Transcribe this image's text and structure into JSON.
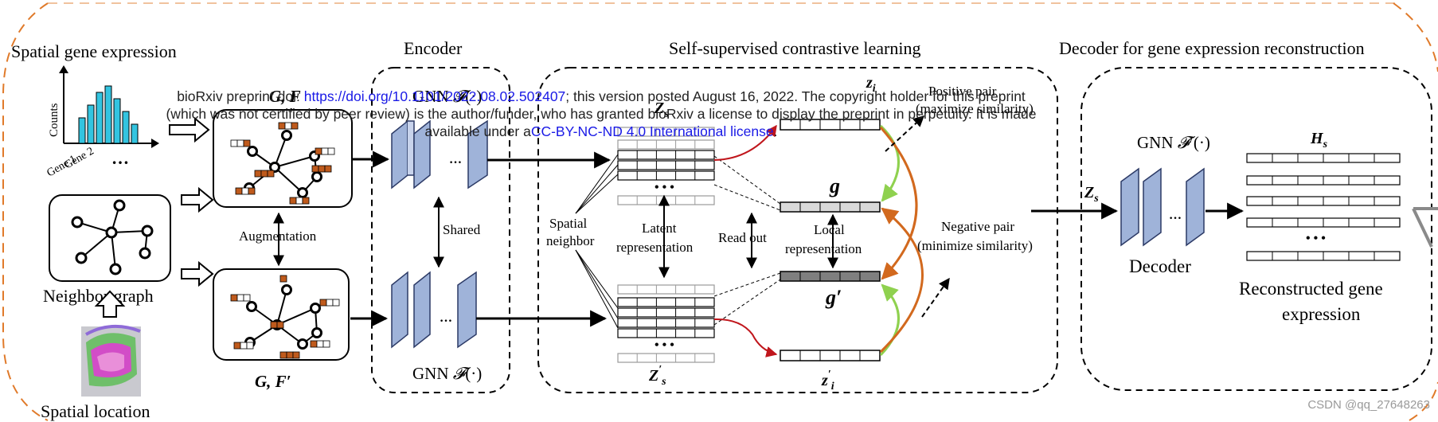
{
  "sections": {
    "spatial_gene_expression": "Spatial gene expression",
    "encoder": "Encoder",
    "contrastive": "Self-supervised contrastive learning",
    "decoder_section": "Decoder for gene expression reconstruction"
  },
  "histogram": {
    "ylabel": "Counts",
    "gene1": "Gene 1",
    "gene2": "Gene 2",
    "dots": "…"
  },
  "graph_labels": {
    "neighbor_graph": "Neighbor graph",
    "spatial_location": "Spatial location",
    "augmentation": "Augmentation"
  },
  "math": {
    "G": "G",
    "F": "F",
    "F_prime": "F′",
    "calF": "𝓕",
    "dot": "(·)",
    "Z": "Z",
    "s": "s",
    "g": "g",
    "g_prime": "g′",
    "z": "z",
    "i": "i",
    "H": "H"
  },
  "gnn": {
    "top": "GNN",
    "bottom": "GNN",
    "shared": "Shared",
    "decoder_gnn": "GNN",
    "decoder_label": "Decoder"
  },
  "contrast": {
    "spatial_neighbor_1": "Spatial",
    "spatial_neighbor_2": "neighbor",
    "latent_1": "Latent",
    "latent_2": "representation",
    "readout": "Read out",
    "local_1": "Local",
    "local_2": "representation",
    "positive_1": "Positive pair",
    "positive_2": "(maximize similarity)",
    "negative_1": "Negative pair",
    "negative_2": "(minimize similarity)"
  },
  "reconstructed": {
    "line1": "Reconstructed gene",
    "line2": "expression"
  },
  "watermark": {
    "l1a": "bioRxiv preprint doi: ",
    "l1_link": "https://doi.org/10.1101/2022.08.02.502407",
    "l1b": "; this version posted August 16, 2022. The copyright holder for this preprint",
    "l2": "(which was not certified by peer review) is the author/funder, who has granted bioRxiv a license to display the preprint in perpetuity. It is made",
    "l3a": "available under a",
    "l3_link": "CC-BY-NC-ND 4.0 International license",
    "l3b": "."
  },
  "credit": "CSDN @qq_27648263",
  "colors": {
    "node_fill": "#bf5a1c",
    "bar_fill": "#33c4e0",
    "gnn_fill": "#9fb3d9",
    "gnn_stroke": "#2c3a66",
    "frame_orange": "#e07a2a",
    "arrow_red": "#c0161c",
    "arrow_green": "#8fd14f",
    "arrow_orange": "#d2691e",
    "global_gray": "#d9d9d9",
    "global_dark": "#7f7f7f"
  }
}
